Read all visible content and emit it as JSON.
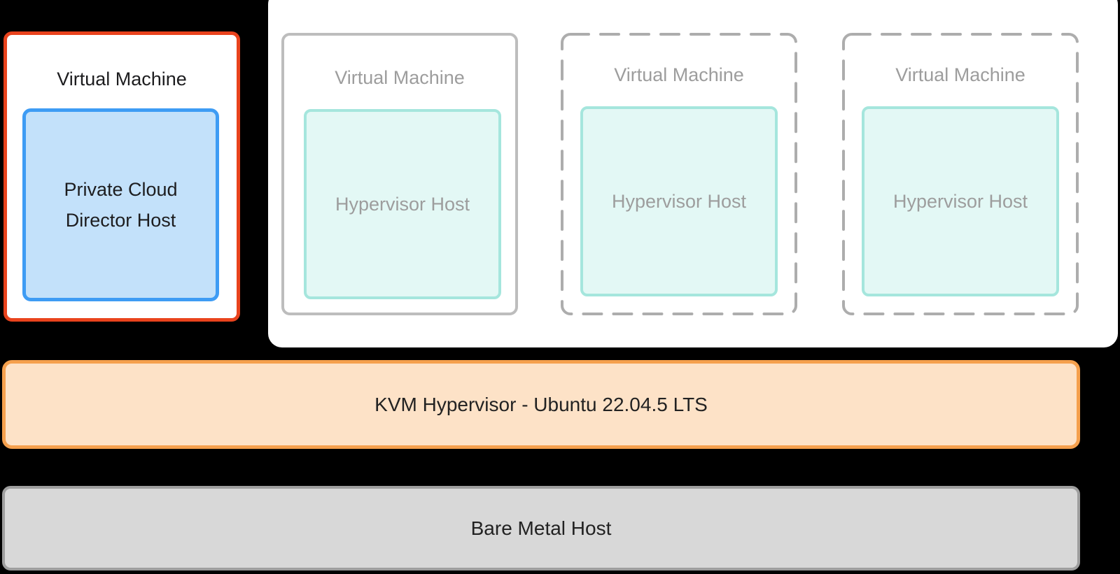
{
  "colors": {
    "page_bg": "#000000",
    "panel_bg": "#ffffff",
    "red_accent_border": "#e9431d",
    "blue_border": "#3e9cf4",
    "blue_fill": "#c3e1fa",
    "teal_border": "#a5e6dd",
    "teal_fill": "#e3f8f5",
    "gray_card_border": "#bdbdbd",
    "gray_dashed_border": "#adadad",
    "muted_text": "#9d9d9d",
    "dark_text": "#1d1d1f",
    "orange_border": "#f5a04d",
    "orange_fill": "#fde2c7",
    "gray_banner_border": "#9e9e9e",
    "gray_banner_fill": "#d8d8d8"
  },
  "pcd_vm": {
    "title": "Virtual Machine",
    "host_label_line1": "Private Cloud",
    "host_label_line2": "Director Host"
  },
  "vm_group": [
    {
      "title": "Virtual Machine",
      "host_label": "Hypervisor Host",
      "border_style": "solid"
    },
    {
      "title": "Virtual Machine",
      "host_label": "Hypervisor Host",
      "border_style": "dashed"
    },
    {
      "title": "Virtual Machine",
      "host_label": "Hypervisor Host",
      "border_style": "dashed"
    }
  ],
  "kvm_layer": {
    "label": "KVM Hypervisor - Ubuntu 22.04.5 LTS"
  },
  "bare_metal_layer": {
    "label": "Bare Metal Host"
  }
}
